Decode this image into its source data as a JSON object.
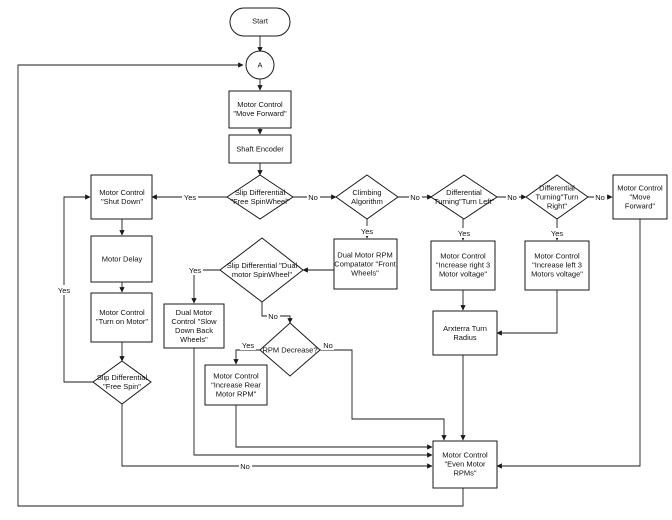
{
  "diagram": {
    "nodes": {
      "start": [
        "Start"
      ],
      "connector_a": [
        "A"
      ],
      "move_forward": [
        "Motor Control",
        "\"Move Forward\""
      ],
      "shaft_encoder": [
        "Shaft Encoder"
      ],
      "slip_diff_free_spin_wheel": [
        "Slip Differential",
        "\"Free SpinWheel\""
      ],
      "shut_down": [
        "Motor Control",
        "\"Shut Down\""
      ],
      "motor_delay": [
        "Motor Delay"
      ],
      "turn_on_motor": [
        "Motor Control",
        "\"Turn on Motor\""
      ],
      "slip_diff_free_spin": [
        "Slip Differential",
        "\"Free Spin\""
      ],
      "climbing_algorithm": [
        "Climbing",
        "Algorithm"
      ],
      "dual_motor_rpm": [
        "Dual Motor RPM",
        "Compatator \"Front",
        "Wheels\""
      ],
      "slip_diff_dual_motor": [
        "Slip Differential \"Dual",
        "motor SpinWheel\""
      ],
      "slow_down_back": [
        "Dual Motor",
        "Control \"Slow",
        "Down Back",
        "Wheels\""
      ],
      "rpm_decrease": [
        "RPM Decrease?"
      ],
      "increase_rear": [
        "Motor Control",
        "\"Increase Rear",
        "Motor RPM\""
      ],
      "diff_turn_left": [
        "Differential",
        "Turning\"Turn Left\""
      ],
      "increase_right_3": [
        "Motor Control",
        "\"Increase right 3",
        "Motor voltage\""
      ],
      "diff_turn_right": [
        "Differential",
        "Turning\"Turn",
        "Right\""
      ],
      "increase_left_3": [
        "Motor Control",
        "\"Increase left 3",
        "Motors voltage\""
      ],
      "move_forward_2": [
        "Motor Control",
        "\"Move",
        "Forward\""
      ],
      "arxterra_turn": [
        "Arxterra Turn",
        "Radius"
      ],
      "even_motor_rpms": [
        "Motor Control",
        "\"Even Motor",
        "RPMs\""
      ]
    },
    "edge_labels": {
      "yes_shut_down": "Yes",
      "no_climbing": "No",
      "no_turn_left": "No",
      "no_turn_right": "No",
      "no_move_forward_2": "No",
      "yes_dual_rpm": "Yes",
      "yes_increase_right": "Yes",
      "yes_increase_left": "Yes",
      "yes_slow_down": "Yes",
      "no_rpm_decrease": "No",
      "yes_increase_rear": "Yes",
      "no_rpm_to_even": "No",
      "yes_free_spin_loop": "Yes",
      "no_free_spin_to_even": "No"
    }
  }
}
